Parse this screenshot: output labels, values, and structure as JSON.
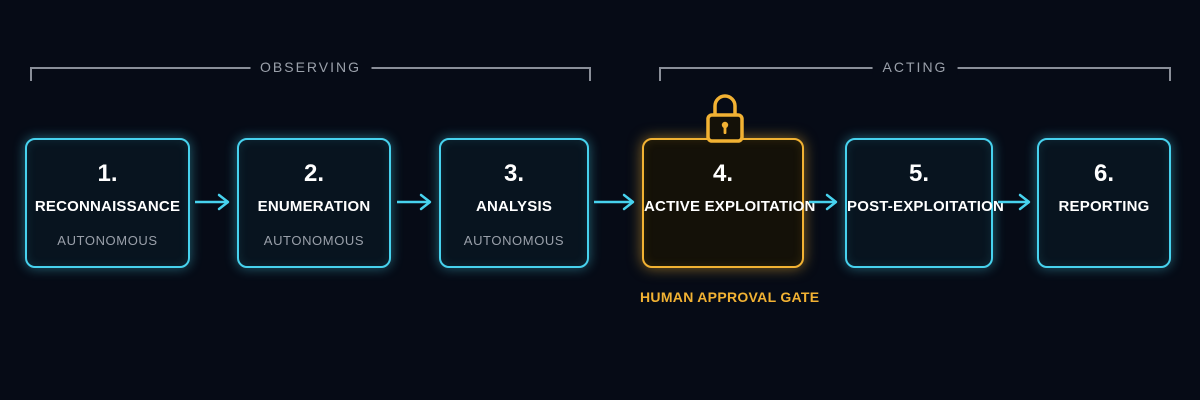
{
  "phases": [
    {
      "label": "OBSERVING"
    },
    {
      "label": "ACTING"
    }
  ],
  "steps": [
    {
      "number": "1.",
      "name": "RECONNAISSANCE",
      "mode": "AUTONOMOUS"
    },
    {
      "number": "2.",
      "name": "ENUMERATION",
      "mode": "AUTONOMOUS"
    },
    {
      "number": "3.",
      "name": "ANALYSIS",
      "mode": "AUTONOMOUS"
    },
    {
      "number": "4.",
      "name": "ACTIVE EXPLOITATION",
      "mode": ""
    },
    {
      "number": "5.",
      "name": "POST-EXPLOITATION",
      "mode": ""
    },
    {
      "number": "6.",
      "name": "REPORTING",
      "mode": ""
    }
  ],
  "gate": {
    "label": "HUMAN APPROVAL GATE",
    "icon": "lock-icon"
  },
  "colors": {
    "background": "#060b16",
    "accent": "#47d2ee",
    "gate": "#f2b233",
    "muted": "#9aa0aa"
  }
}
